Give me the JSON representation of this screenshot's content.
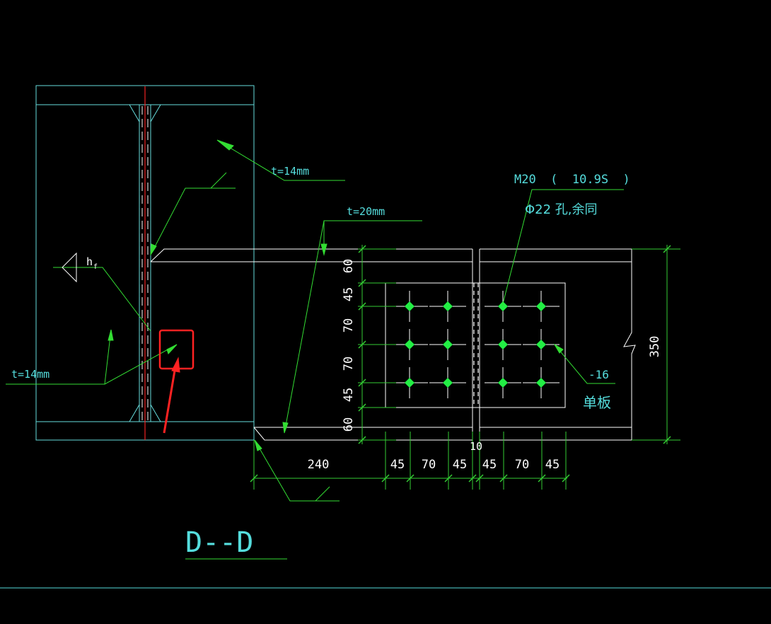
{
  "colors": {
    "background": "#000000",
    "structure": "#ffffff",
    "outline": "#66dddd",
    "dimension": "#33cc33",
    "leader": "#33dd33",
    "bolt": "#22ee44",
    "centerline": "#ee2222",
    "annotation_text": "#55dddd",
    "highlight": "#ff2222"
  },
  "labels": {
    "section_title": "D--D",
    "thickness_column_flange": "t=14mm",
    "thickness_beam_flange": "t=20mm",
    "thickness_web_stiffener": "t=14mm",
    "weld_symbol_text": "h",
    "weld_symbol_sub": "f",
    "bolt_spec": "M20  (  10.9S  )",
    "hole_spec": "Φ22 孔,余同",
    "plate_thickness": "-16",
    "plate_name": "单板",
    "total_height": "350",
    "gap": "10"
  },
  "vertical_dims": [
    "60",
    "45",
    "70",
    "70",
    "45",
    "60"
  ],
  "horizontal_dims": [
    "240",
    "45",
    "70",
    "45",
    "45",
    "70",
    "45"
  ],
  "bolt_grid": {
    "rows": 3,
    "columns": 4
  },
  "icons": {
    "weld_triangle": "weld-symbol-icon",
    "highlight_arrow": "red-arrow-icon"
  }
}
